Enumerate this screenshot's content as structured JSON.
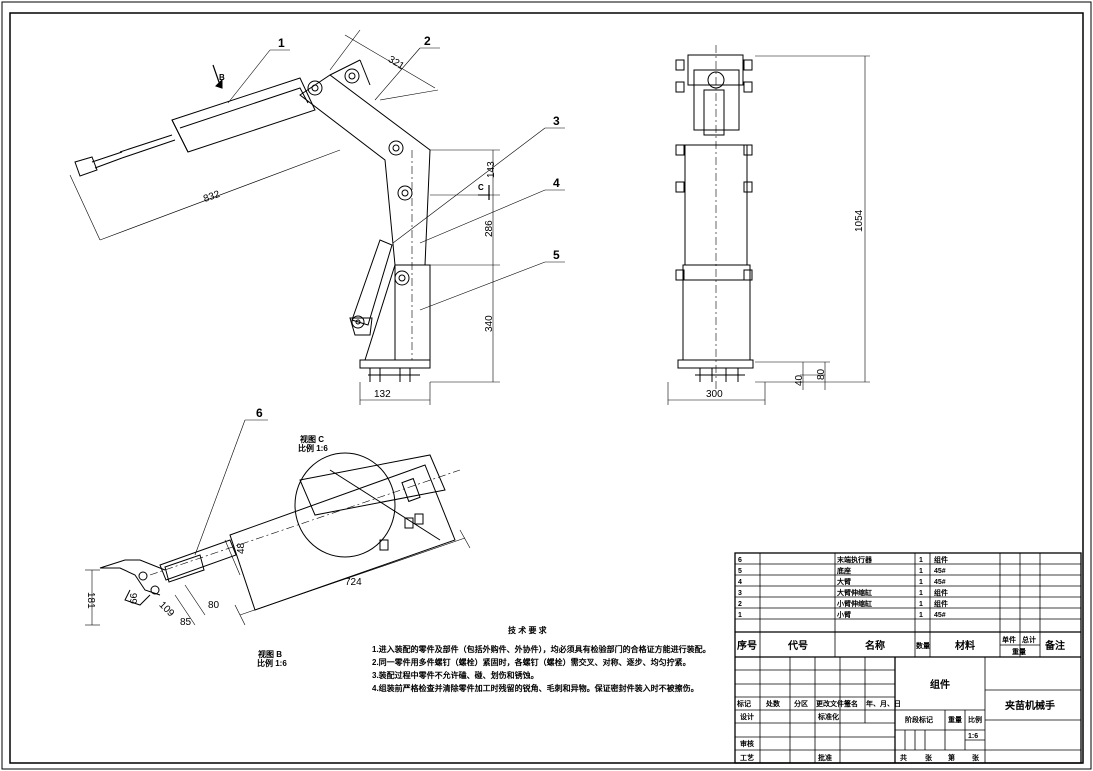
{
  "balloons": {
    "b1": "1",
    "b2": "2",
    "b3": "3",
    "b4": "4",
    "b5": "5",
    "b6": "6"
  },
  "dims": {
    "d321": "321",
    "d143": "143",
    "d832": "832",
    "d286": "286",
    "d340": "340",
    "d132": "132",
    "d1054": "1054",
    "d300": "300",
    "d40": "40",
    "d80": "80",
    "d48": "48",
    "d724": "724",
    "d80b": "80",
    "d85": "85",
    "d109": "109",
    "d181": "181",
    "d66": "66"
  },
  "views": {
    "view_b_arrow": "B",
    "view_c_arrow": "C",
    "view_c_title": "视图 C",
    "view_c_scale": "比例 1:6",
    "view_b_title": "视图 B",
    "view_b_scale": "比例 1:6"
  },
  "tech": {
    "title": "技 术 要 求",
    "req1": "1.进入装配的零件及部件（包括外购件、外协件），均必须具有检验部门的合格证方能进行装配。",
    "req2": "2.同一零件用多件螺钉（螺栓）紧固时，各螺钉（螺栓）需交叉、对称、逐步、均匀拧紧。",
    "req3": "3.装配过程中零件不允许磕、碰、划伤和锈蚀。",
    "req4": "4.组装前严格检查并清除零件加工时残留的锐角、毛刺和异物。保证密封件装入时不被擦伤。"
  },
  "bom": {
    "rows": [
      {
        "no": "6",
        "code": "",
        "name": "末端执行器",
        "qty": "1",
        "mat": "组件"
      },
      {
        "no": "5",
        "code": "",
        "name": "底座",
        "qty": "1",
        "mat": "45#"
      },
      {
        "no": "4",
        "code": "",
        "name": "大臂",
        "qty": "1",
        "mat": "45#"
      },
      {
        "no": "3",
        "code": "",
        "name": "大臂伸缩缸",
        "qty": "1",
        "mat": "组件"
      },
      {
        "no": "2",
        "code": "",
        "name": "小臂伸缩缸",
        "qty": "1",
        "mat": "组件"
      },
      {
        "no": "1",
        "code": "",
        "name": "小臂",
        "qty": "1",
        "mat": "45#"
      }
    ],
    "header": {
      "no": "序号",
      "code": "代号",
      "name": "名称",
      "qty": "数量",
      "mat": "材料",
      "unit": "单件",
      "total": "总计",
      "weight": "重量",
      "remark": "备注"
    }
  },
  "titleblock": {
    "assembly": "组件",
    "drawing_name": "夹苗机械手",
    "mark": "标记",
    "count": "处数",
    "zone": "分区",
    "docno": "更改文件号",
    "sign": "签名",
    "date": "年、月、日",
    "design": "设计",
    "standard": "标准化",
    "review": "审核",
    "process": "工艺",
    "approve": "批准",
    "stage": "阶段标记",
    "weight": "重量",
    "scale_label": "比例",
    "scale": "1:6",
    "sheets_total": "共",
    "sheets_unit": "张",
    "sheet_no": "第",
    "sheet_unit": "张"
  }
}
